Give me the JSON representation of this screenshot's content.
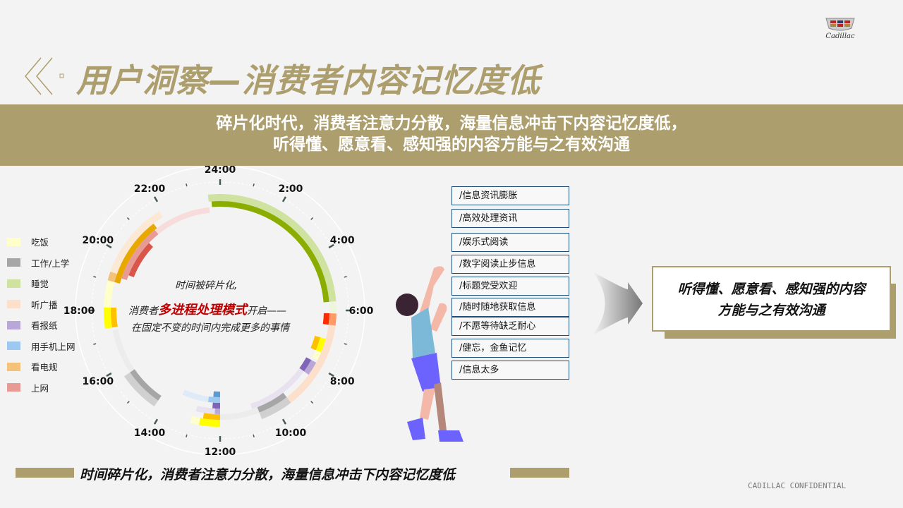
{
  "header": {
    "title": "用户洞察—消费者内容记忆度低",
    "logo_text": "Cadillac"
  },
  "banner": {
    "line1": "碎片化时代，消费者注意力分散，海量信息冲击下内容记忆度低，",
    "line2": "听得懂、愿意看、感知强的内容方能与之有效沟通"
  },
  "legend": [
    {
      "label": "吃饭",
      "color": "#ffffcc"
    },
    {
      "label": "工作/上学",
      "color": "#a6a6a6"
    },
    {
      "label": "睡觉",
      "color": "#cfe2a0"
    },
    {
      "label": "听广播",
      "color": "#fde0cc"
    },
    {
      "label": "看报纸",
      "color": "#b9a7d8"
    },
    {
      "label": "用手机上网",
      "color": "#9dc8f0"
    },
    {
      "label": "看电规",
      "color": "#f5c27a"
    },
    {
      "label": "上网",
      "color": "#e89a94"
    }
  ],
  "clock": {
    "hour_labels": [
      "24:00",
      "2:00",
      "4:00",
      "6:00",
      "8:00",
      "10:00",
      "12:00",
      "14:00",
      "16:00",
      "18:00",
      "20:00",
      "22:00"
    ],
    "center_line1": "时间被碎片化,",
    "center_line2_pre": "消费者",
    "center_line2_em": "多进程处理模式",
    "center_line2_post": "开启——",
    "center_line3": "在固定不变的时间内完成更多的事情",
    "emphasis_color": "#c00000"
  },
  "chart_data": {
    "type": "radial-timeline",
    "segments": [
      {
        "start": 23.6,
        "end": 5.7,
        "ring": 0,
        "color": "#cfe2a0"
      },
      {
        "start": 23.7,
        "end": 5.7,
        "ring": 1,
        "color": "#8aad00"
      },
      {
        "start": 5.7,
        "end": 6.1,
        "ring": 0,
        "color": "#eef5dd"
      },
      {
        "start": 6.1,
        "end": 6.5,
        "ring": 0,
        "color": "#ff9966"
      },
      {
        "start": 6.1,
        "end": 6.5,
        "ring": 1,
        "color": "#ff2a00"
      },
      {
        "start": 6.5,
        "end": 9.8,
        "ring": 0,
        "color": "#fde0cc"
      },
      {
        "start": 7.0,
        "end": 7.5,
        "ring": 1,
        "color": "#ffff00"
      },
      {
        "start": 7.0,
        "end": 7.5,
        "ring": 2,
        "color": "#ffc000"
      },
      {
        "start": 7.5,
        "end": 7.8,
        "ring": 1,
        "color": "#ffffcc"
      },
      {
        "start": 7.9,
        "end": 8.4,
        "ring": 1,
        "color": "#b9a7d8"
      },
      {
        "start": 7.9,
        "end": 8.4,
        "ring": 2,
        "color": "#8064b8"
      },
      {
        "start": 8.4,
        "end": 10.8,
        "ring": 2,
        "color": "#e8e2f0"
      },
      {
        "start": 9.5,
        "end": 10.6,
        "ring": 0,
        "color": "#d0d0d0"
      },
      {
        "start": 9.5,
        "end": 10.6,
        "ring": 1,
        "color": "#a6a6a6"
      },
      {
        "start": 10.6,
        "end": 12.0,
        "ring": 1,
        "color": "#ececec"
      },
      {
        "start": 12.0,
        "end": 12.7,
        "ring": 0,
        "color": "#ffff00"
      },
      {
        "start": 12.7,
        "end": 13.0,
        "ring": 0,
        "color": "#ffffcc"
      },
      {
        "start": 12.0,
        "end": 12.6,
        "ring": 1,
        "color": "#ffc000"
      },
      {
        "start": 12.0,
        "end": 12.2,
        "ring": 2,
        "color": "#b9a7d8"
      },
      {
        "start": 12.2,
        "end": 12.9,
        "ring": 2,
        "color": "#e8e2f0"
      },
      {
        "start": 12.0,
        "end": 12.3,
        "ring": 3,
        "color": "#8064b8"
      },
      {
        "start": 12.0,
        "end": 12.5,
        "ring": 4,
        "color": "#9dc8f0"
      },
      {
        "start": 12.5,
        "end": 13.6,
        "ring": 4,
        "color": "#deebf7"
      },
      {
        "start": 12.0,
        "end": 12.3,
        "ring": 5,
        "color": "#5b9bd5"
      },
      {
        "start": 14.3,
        "end": 15.7,
        "ring": 0,
        "color": "#d0d0d0"
      },
      {
        "start": 14.3,
        "end": 15.7,
        "ring": 1,
        "color": "#a6a6a6"
      },
      {
        "start": 15.7,
        "end": 17.3,
        "ring": 1,
        "color": "#ececec"
      },
      {
        "start": 17.4,
        "end": 18.1,
        "ring": 0,
        "color": "#ffff00"
      },
      {
        "start": 17.4,
        "end": 18.1,
        "ring": 1,
        "color": "#ffc000"
      },
      {
        "start": 18.1,
        "end": 19.0,
        "ring": 0,
        "color": "#ffffcc"
      },
      {
        "start": 19.0,
        "end": 19.3,
        "ring": 0,
        "color": "#f5c27a"
      },
      {
        "start": 19.3,
        "end": 21.9,
        "ring": 0,
        "color": "#fbe9d6"
      },
      {
        "start": 19.0,
        "end": 21.5,
        "ring": 1,
        "color": "#e8a800"
      },
      {
        "start": 19.2,
        "end": 21.4,
        "ring": 2,
        "color": "#e89a94"
      },
      {
        "start": 19.4,
        "end": 20.9,
        "ring": 3,
        "color": "#d9564a"
      },
      {
        "start": 21.4,
        "end": 23.6,
        "ring": 2,
        "color": "#f8dcdc"
      }
    ]
  },
  "tags": [
    "/信息资讯膨胀",
    "/高效处理资讯",
    "/娱乐式阅读",
    "/数字阅读止步信息",
    "/标题党受欢迎",
    "/随时随地获取信息",
    "/不愿等待缺乏耐心",
    "/健忘，金鱼记忆",
    "/信息太多"
  ],
  "conclusion": {
    "line1": "听得懂、愿意看、感知强的内容",
    "line2": "方能与之有效沟通"
  },
  "footer": {
    "summary": "时间碎片化，消费者注意力分散，海量信息冲击下内容记忆度低",
    "confidential": "CADILLAC CONFIDENTIAL"
  }
}
